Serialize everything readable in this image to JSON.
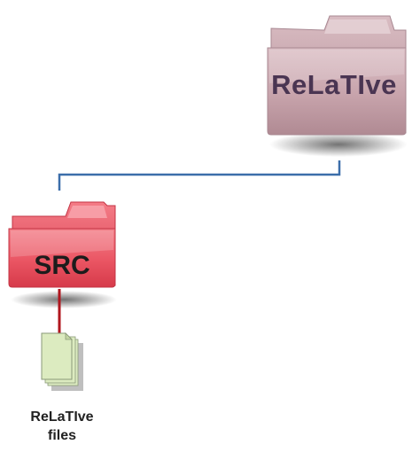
{
  "nodes": {
    "relative_folder": {
      "label": "ReLaTIve",
      "color": "#c9a7ae"
    },
    "src_folder": {
      "label": "SRC",
      "color": "#ee5a68"
    },
    "files": {
      "label_line1": "ReLaTIve",
      "label_line2": "files",
      "color": "#dcebc0"
    }
  },
  "connectors": {
    "relative_to_src": {
      "color": "#3c6eaa"
    },
    "src_to_files": {
      "color": "#b0161e"
    }
  }
}
